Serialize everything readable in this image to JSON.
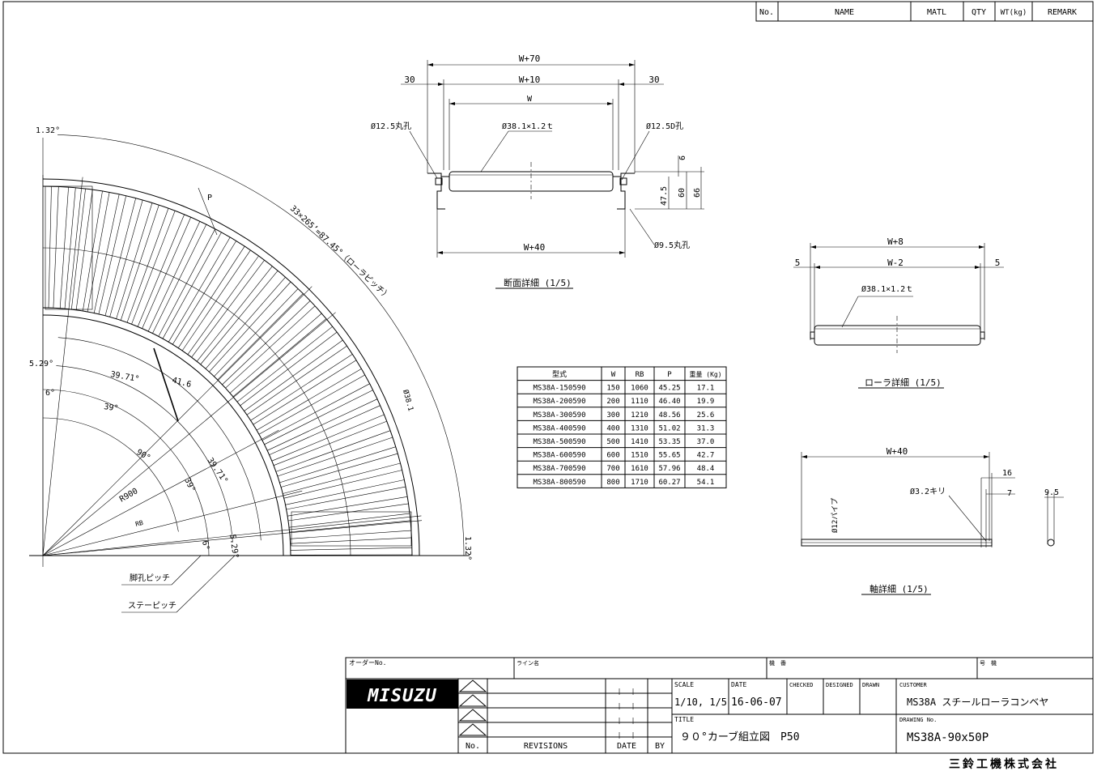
{
  "parts_header": [
    "No.",
    "NAME",
    "MATL",
    "QTY",
    "WT(kg)",
    "REMARK"
  ],
  "section_detail": {
    "dim_total": "W+70",
    "dim_left": "30",
    "dim_mid": "W+10",
    "dim_right": "30",
    "dim_w": "W",
    "hole_left": "Ø12.5丸孔",
    "roller": "Ø38.1×1.2ｔ",
    "hole_right": "Ø12.5D孔",
    "h6": "6",
    "h475": "47.5",
    "h60": "60",
    "h66": "66",
    "dim_bottom": "W+40",
    "hole_bottom": "Ø9.5丸孔",
    "caption": "断面詳細 (1/5)"
  },
  "roller_detail": {
    "dim_total": "W+8",
    "dim_left": "5",
    "dim_mid": "W-2",
    "dim_right": "5",
    "roller": "Ø38.1×1.2ｔ",
    "caption": "ローラ詳細 (1/5)"
  },
  "shaft_detail": {
    "dim_len": "W+40",
    "d16": "16",
    "d7": "7",
    "hole": "Ø3.2キリ",
    "d95": "9.5",
    "pipe": "Ø12パイプ",
    "caption": "軸詳細 (1/5)"
  },
  "curve": {
    "ang_top": "1.32°",
    "pitch_label": "33×265’=87.45°（ローラピッチ）",
    "p": "P",
    "ang_529": "5.29°",
    "ang_6": "6°",
    "ang_3971": "39.71°",
    "ang_39": "39°",
    "ang_90": "90°",
    "r900": "R900",
    "rb": "RB",
    "d416": "41.6",
    "d381": "Ø38.1",
    "ang_3971b": "39.71°",
    "ang_39b": "39°",
    "ang_6b": "6°",
    "ang_529b": "5.29°",
    "ang_132b": "1.32°",
    "leg_pitch": "脚孔ピッチ",
    "stay_pitch": "ステーピッチ"
  },
  "model_table": {
    "headers": [
      "型式",
      "W",
      "RB",
      "P",
      "重量 (Kg)"
    ],
    "rows": [
      [
        "MS38A-150590",
        "150",
        "1060",
        "45.25",
        "17.1"
      ],
      [
        "MS38A-200590",
        "200",
        "1110",
        "46.40",
        "19.9"
      ],
      [
        "MS38A-300590",
        "300",
        "1210",
        "48.56",
        "25.6"
      ],
      [
        "MS38A-400590",
        "400",
        "1310",
        "51.02",
        "31.3"
      ],
      [
        "MS38A-500590",
        "500",
        "1410",
        "53.35",
        "37.0"
      ],
      [
        "MS38A-600590",
        "600",
        "1510",
        "55.65",
        "42.7"
      ],
      [
        "MS38A-700590",
        "700",
        "1610",
        "57.96",
        "48.4"
      ],
      [
        "MS38A-800590",
        "800",
        "1710",
        "60.27",
        "54.1"
      ]
    ]
  },
  "title_block": {
    "order_no": "オーダーNo.",
    "line_name": "ライン名",
    "ki_ban": "機　番",
    "gou_ki": "号　機",
    "logo": "MISUZU",
    "no": "No.",
    "revisions": "REVISIONS",
    "date_h": "DATE",
    "by": "BY",
    "scale_label": "SCALE",
    "scale_value": "1/10, 1/5",
    "date_label": "DATE",
    "date_value": "16-06-07",
    "checked": "CHECKED",
    "designed": "DESIGNED",
    "drawn": "DRAWN",
    "customer_label": "CUSTOMER",
    "customer_value": "MS38A スチールローラコンベヤ",
    "title_label": "TITLE",
    "title_value": "９０°カーブ組立図　P50",
    "drawing_no_label": "DRAWING No.",
    "drawing_no_value": "MS38A-90x50P",
    "company": "三鈴工機株式会社"
  }
}
